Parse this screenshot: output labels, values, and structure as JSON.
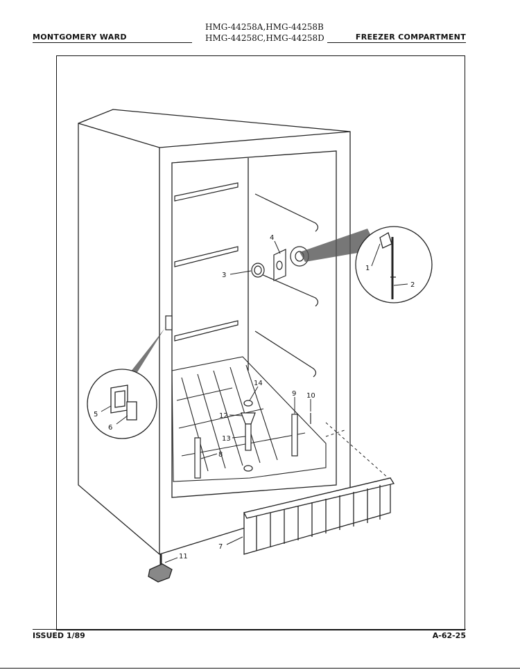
{
  "header": {
    "left_title": "MONTGOMERY WARD",
    "right_title": "FREEZER COMPARTMENT",
    "models_line1": "HMG-44258A,HMG-44258B",
    "models_line2": "HMG-44258C,HMG-44258D"
  },
  "footer": {
    "issued": "ISSUED 1/89",
    "page_code": "A-62-25"
  },
  "callouts": [
    "1",
    "2",
    "3",
    "4",
    "5",
    "6",
    "7",
    "8",
    "9",
    "10",
    "11",
    "12",
    "13",
    "14"
  ]
}
